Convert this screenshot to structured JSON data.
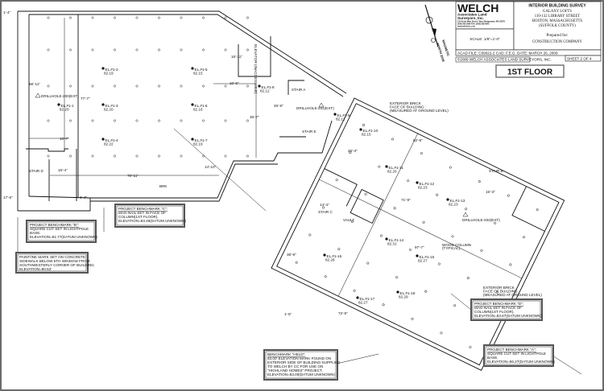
{
  "title_block": {
    "firm_name": "WELCH",
    "firm_sub1": "Associates Land",
    "firm_sub2": "Surveyors, Inc.",
    "firm_address": "215 North Main Street / West Bridgewater, MA 02379",
    "firm_phone": "(508) 583-5908  FAX: (508) 580-0940",
    "firm_web": "www.welchinc.com",
    "scale": "SCALE: 1/8\"=1'-0\"",
    "survey_title": "INTERIOR BUILDING SURVEY",
    "project_name": "GALAXY LOFTS",
    "address": "110-132 LIBRARY STREET",
    "city": "BOSTON, MASSACHUSETTS",
    "county": "(SUFFOLK COUNTY)",
    "prepared_for_label": "Prepared for:",
    "client": "CONSTRUCTION COMPANY",
    "dwg_info": "ACAD FILE: C09022-2  CAD: F.E.G.  DATE: MARCH 26, 2009",
    "sheet": "SHEET 2 OF 4",
    "copyright": "©2009 WELCH ASSOCIATES LAND SURVEYORS, INC."
  },
  "north_arrow": {
    "label1": "MAGNETIC",
    "label2": "NORTH 2009"
  },
  "floor_label": "1ST FLOOR",
  "rooms": {
    "stair_a": "STAIR A",
    "stair_b": "STAIR B",
    "stair_c": "STAIR C",
    "stair_d": "STAIR D",
    "stair_e": "STAIR E",
    "vault": "VAULT",
    "elevator": "ELEVATOR (INACCESSIBLE)"
  },
  "elevations": [
    {
      "label": "EL.#1-1",
      "value": "82.20"
    },
    {
      "label": "EL.#1-2",
      "value": "82.19"
    },
    {
      "label": "EL.#1-3",
      "value": "82.20"
    },
    {
      "label": "EL.#1-4",
      "value": "82.22"
    },
    {
      "label": "EL.#1-5",
      "value": "82.15"
    },
    {
      "label": "EL.#1-6",
      "value": "82.16"
    },
    {
      "label": "EL.#1-7",
      "value": "82.19"
    },
    {
      "label": "EL.#1-8",
      "value": "82.12"
    },
    {
      "label": "EL.#1-9",
      "value": "82.12"
    },
    {
      "label": "EL.#1-10",
      "value": "82.15"
    },
    {
      "label": "EL.#1-11",
      "value": "82.20"
    },
    {
      "label": "EL.#1-12",
      "value": "82.23"
    },
    {
      "label": "EL.#1-13",
      "value": "82.23"
    },
    {
      "label": "EL.#1-14",
      "value": "82.31"
    },
    {
      "label": "EL.#1-15",
      "value": "82.27"
    },
    {
      "label": "EL.#1-16",
      "value": "82.28"
    },
    {
      "label": "EL.#1-17",
      "value": "82.27"
    },
    {
      "label": "EL.#1-18",
      "value": "82.29"
    }
  ],
  "drillholes": [
    "DRILLHOLE-200(EXT)",
    "DRILLHOLE-201(EXT)",
    "DRILLHOLE-202(EXT)"
  ],
  "notes": {
    "exterior_brick_1": [
      "EXTERIOR BRICK",
      "FACE OF BUILDING",
      "(MEASURED AT GROUND LEVEL)"
    ],
    "exterior_brick_2": [
      "EXTERIOR BRICK",
      "FACE OF BUILDING",
      "(MEASURED AT GROUND LEVEL)"
    ],
    "wood_column": [
      "WOOD COLUMN",
      "(TYPICAL)"
    ],
    "brk": "BRK"
  },
  "benchmarks": {
    "b": [
      "PROJECT BENCHMARK \"B\":",
      "SQUARE CUT SET IN LIGHTPOLE",
      "BASE.",
      "ELEVATION=81.77(DATUM UNKNOWN)"
    ],
    "c": [
      "PROJECT BENCHMARK \"C\":",
      "MAG-NAIL SET IN FACE OF",
      "COLUMN(1ST FLOOR).",
      "ELEVATION=83.46(DATUM UNKNOWN)"
    ],
    "paint": [
      "PAINT/INK MARK SET ON CONCRETE",
      "SIDEWALK BELOW 5TH WINDOW FROM",
      "SOUTHWESTERLY CORNER OF BUILDING.",
      "ELEVATION=80.52'"
    ],
    "held": [
      "BENCHMARK \"HELD\":",
      "83.00' ELEVATION MARK FOUND ON",
      "EXTERIOR SIDE OF BUILDING-SUPPLIED",
      "TO WELCH BY CC FOR USE ON",
      "\"HIGHLAND HOMES\" PROJECT.",
      "ELEVATION=83.00(DATUM UNKNOWN)"
    ],
    "d": [
      "PROJECT BENCHMARK \"D\":",
      "MAG-NAIL SET IN FACE OF",
      "COLUMN(1ST FLOOR).",
      "ELEVATION=83.67(DATUM UNKNOWN)"
    ],
    "a": [
      "PROJECT BENCHMARK \"A\":",
      "SQUARE CUT SET IN LIGHTPOLE",
      "BASE.",
      "ELEVATION=86.27(DATUM UNKNOWN)"
    ]
  },
  "dimensions": [
    "1'-4\"",
    "56'-11\"",
    "77'-7\"",
    "10'-7\"",
    "16'-4\"",
    "78'-11\"",
    "14'-10\"",
    "16'-11\"",
    "10'-6\"",
    "36'-7\"",
    "45'-9\"",
    "62'-9\"",
    "46'-3\"",
    "71'-9\"",
    "97'-7\"",
    "38'-9\"",
    "14'-4\"",
    "15'-3\"",
    "72'-9\"",
    "1'-5\"",
    "17'-5\"",
    "4'-4\""
  ]
}
